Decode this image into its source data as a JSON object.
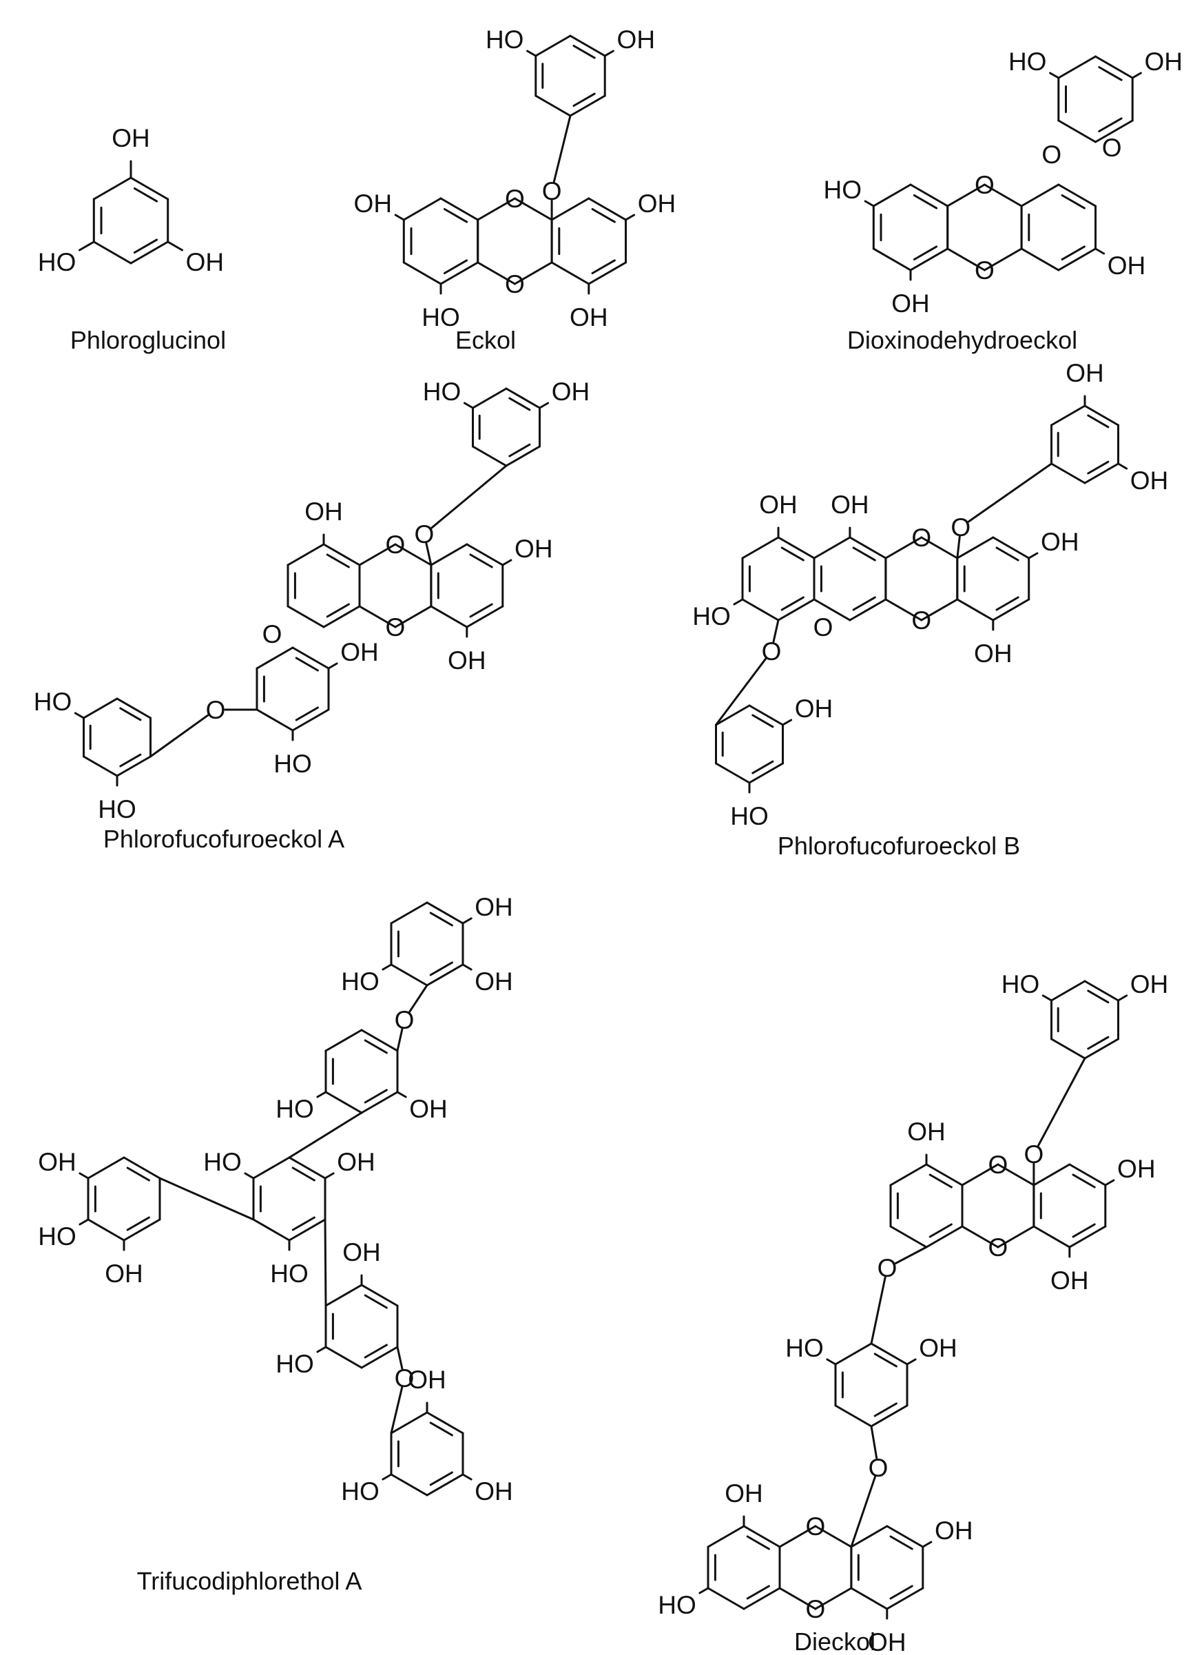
{
  "figure": {
    "compounds": [
      {
        "key": "phloroglucinol",
        "name": "Phloroglucinol"
      },
      {
        "key": "eckol",
        "name": "Eckol"
      },
      {
        "key": "dioxinodehydroeckol",
        "name": "Dioxinodehydroeckol"
      },
      {
        "key": "pff_a",
        "name": "Phlorofucofuroeckol A"
      },
      {
        "key": "pff_b",
        "name": "Phlorofucofuroeckol B"
      },
      {
        "key": "trifucodiphlorethol",
        "name": "Trifucodiphlorethol A"
      },
      {
        "key": "dieckol",
        "name": "Dieckol"
      }
    ],
    "atom_labels": {
      "hydroxyl": "OH",
      "hydroxyl_left": "HO",
      "oxygen": "O"
    }
  }
}
